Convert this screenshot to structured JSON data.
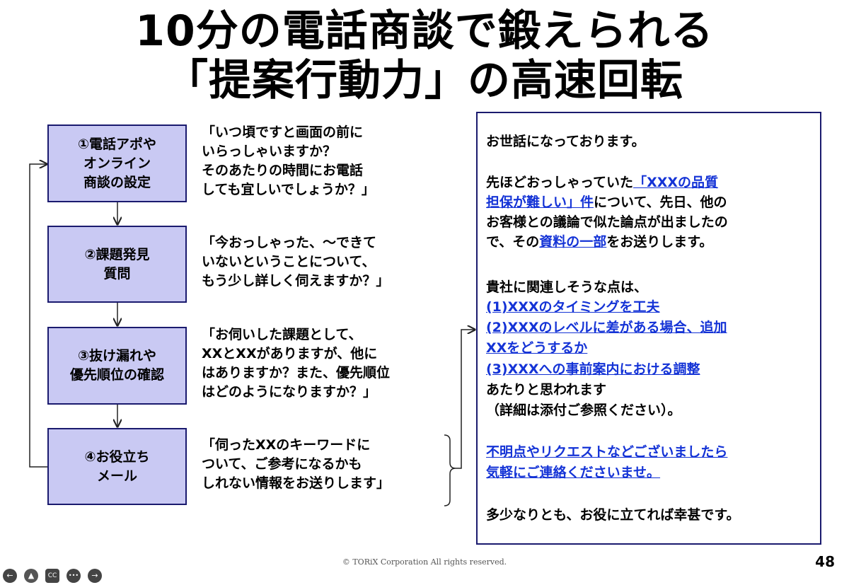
{
  "title": {
    "line1": "10分の電話商談で鍛えられる",
    "line2": "「提案行動力」の高速回転"
  },
  "steps": [
    {
      "box": [
        "①電話アポや",
        "オンライン",
        "商談の設定"
      ],
      "quote": [
        "「いつ頃ですと画面の前に",
        "いらっしゃいますか？",
        "そのあたりの時間にお電話",
        "しても宜しいでしょうか？」"
      ]
    },
    {
      "box": [
        "②課題発見",
        "質問"
      ],
      "quote": [
        "「今おっしゃった、〜できて",
        "いないということについて、",
        "もう少し詳しく伺えますか？」"
      ]
    },
    {
      "box": [
        "③抜け漏れや",
        "優先順位の確認"
      ],
      "quote": [
        "「お伺いした課題として、",
        "XXとXXがありますが、他に",
        "はありますか？また、優先順位",
        "はどのようになりますか？」"
      ]
    },
    {
      "box": [
        "④お役立ち",
        "メール"
      ],
      "quote": [
        "「伺ったXXのキーワードに",
        "ついて、ご参考になるかも",
        "しれない情報をお送りします」"
      ]
    }
  ],
  "mail": {
    "greeting": "お世話になっております。",
    "p1_l1_a": "先ほどおっしゃっていた",
    "p1_l1_link": "「XXXの品質",
    "p1_l2_link": "担保が難しい」件",
    "p1_l2_b": "について、先日、他の",
    "p1_l3": "お客様との議論で似た論点が出ましたの",
    "p1_l4_a": "で、その",
    "p1_l4_link": "資料の一部",
    "p1_l4_b": "をお送りします。",
    "p2_intro": "貴社に関連しそうな点は、",
    "p2_item1": "(1)XXXのタイミングを工夫",
    "p2_item2a": "(2)XXXのレベルに差がある場合、追加",
    "p2_item2b": "XXをどうするか",
    "p2_item3": "(3)XXXへの事前案内における調整",
    "p2_end1": "あたりと思われます",
    "p2_end2": "（詳細は添付ご参照ください）。",
    "p3_l1": "不明点やリクエストなどございましたら",
    "p3_l2": "気軽にご連絡くださいませ。",
    "closing": "多少なりとも、お役に立てれば幸甚です。"
  },
  "footer": {
    "copyright": "© TORiX Corporation All rights reserved.",
    "page_number": "48"
  },
  "controls": {
    "prev_icon": "←",
    "pointer_icon": "▲",
    "cc_icon": "CC",
    "more_icon": "•••",
    "next_icon": "→"
  },
  "colors": {
    "box_fill": "#c9c9f3",
    "box_border": "#1a1a6e",
    "link": "#1433d6"
  }
}
